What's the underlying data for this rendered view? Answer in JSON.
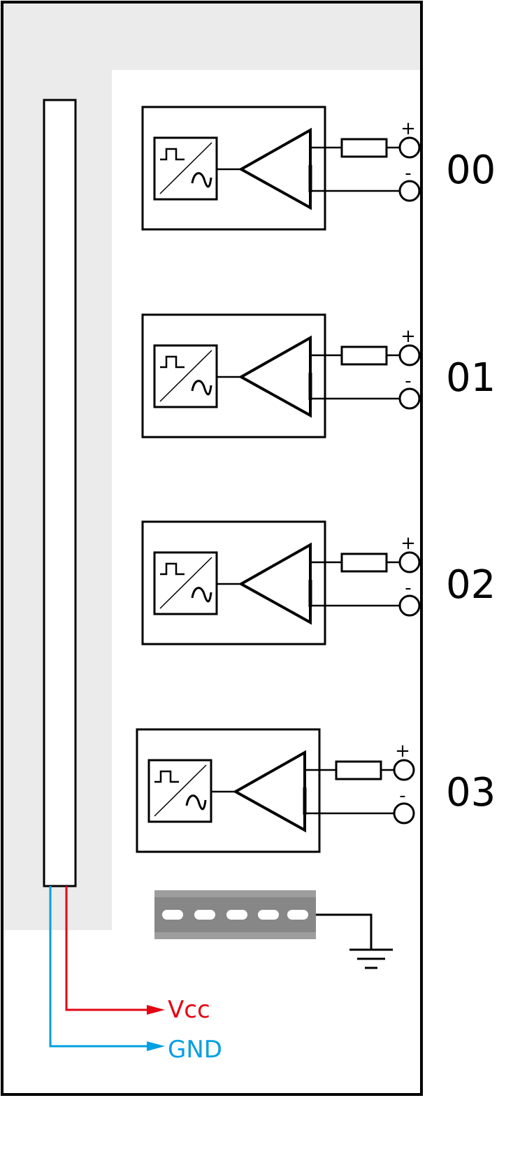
{
  "diagram": {
    "title": "Analog output module wiring diagram",
    "channels": [
      {
        "label": "00",
        "plus": "+",
        "minus": "-"
      },
      {
        "label": "01",
        "plus": "+",
        "minus": "-"
      },
      {
        "label": "02",
        "plus": "+",
        "minus": "-"
      },
      {
        "label": "03",
        "plus": "+",
        "minus": "-"
      }
    ],
    "power": {
      "vcc_label": "Vcc",
      "gnd_label": "GND",
      "vcc_color": "#e30613",
      "gnd_color": "#009fe3"
    },
    "colors": {
      "module_background": "#ebebeb",
      "line": "#000000",
      "din_rail": "#878787",
      "din_rail_edge": "#9d9d9d"
    },
    "components": {
      "converter_icon": "dac-converter-icon",
      "amplifier_icon": "amplifier-triangle-icon",
      "resistor_icon": "resistor-icon",
      "terminal_icon": "terminal-circle-icon",
      "din_rail_icon": "din-rail-icon",
      "ground_icon": "ground-icon"
    }
  }
}
